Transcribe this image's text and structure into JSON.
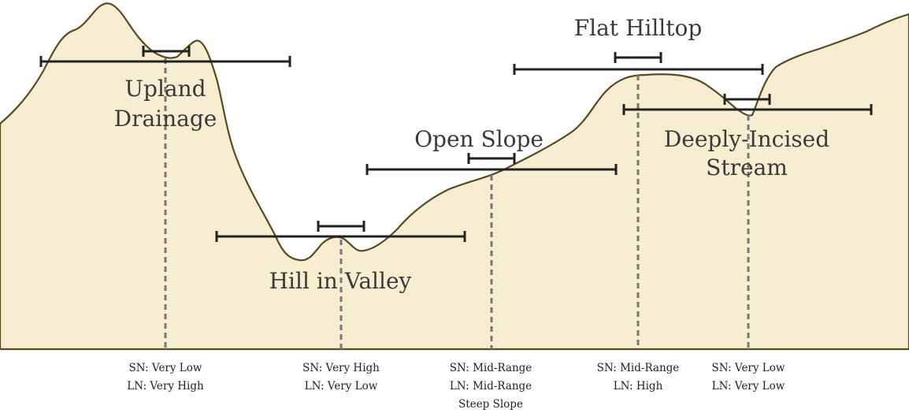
{
  "labels": {
    "upland_line1": "Upland",
    "upland_line2": "Drainage",
    "hill_valley": "Hill in Valley",
    "open_slope": "Open Slope",
    "flat_hilltop": "Flat Hilltop",
    "incised_line1": "Deeply-Incised",
    "incised_line2": "Stream"
  },
  "captions": {
    "c1": {
      "l1": "SN: Very Low",
      "l2": "LN: Very High"
    },
    "c2": {
      "l1": "SN: Very High",
      "l2": "LN: Very Low"
    },
    "c3": {
      "l1": "SN: Mid-Range",
      "l2": "LN: Mid-Range",
      "l3": "Steep Slope"
    },
    "c4": {
      "l1": "SN: Mid-Range",
      "l2": "LN: High"
    },
    "c5": {
      "l1": "SN: Very Low",
      "l2": "LN: Very Low"
    }
  },
  "credit": "",
  "colors": {
    "terrain_fill": "#f7eed1",
    "terrain_outline": "#5c4a1e",
    "bar": "#222222",
    "dashed": "#777777"
  }
}
